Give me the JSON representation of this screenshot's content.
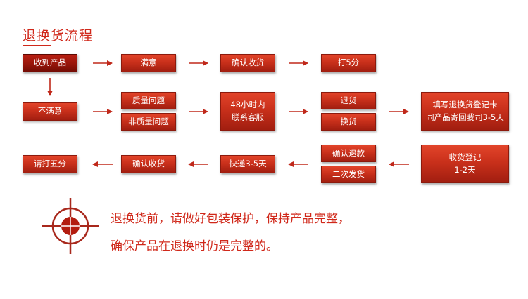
{
  "title": "退换货流程",
  "steps": {
    "receive": "收到产品",
    "satisfied": "满意",
    "confirm_receipt_top": "确认收货",
    "rate_5": "打5分",
    "unsatisfied": "不满意",
    "quality_issue": "质量问题",
    "non_quality_issue": "非质量问题",
    "contact_line1": "48小时内",
    "contact_line2": "联系客服",
    "return": "退货",
    "exchange": "换货",
    "fill_card_line1": "填写退换货登记卡",
    "fill_card_line2": "同产品寄回我司3-5天",
    "confirm_refund": "确认退款",
    "resend": "二次发货",
    "register_line1": "收货登记",
    "register_line2": "1-2天",
    "express": "快递3-5天",
    "confirm_receipt_bottom": "确认收货",
    "rate_five": "请打五分"
  },
  "note": {
    "line1": "退换货前，请做好包装保护，保持产品完整，",
    "line2": "确保产品在退换时仍是完整的。"
  },
  "colors": {
    "accent": "#d0281a",
    "box_top": "#e2442a",
    "box_bottom": "#a11e10",
    "box_dark": "#9a160b",
    "arrow": "#c0281a"
  }
}
